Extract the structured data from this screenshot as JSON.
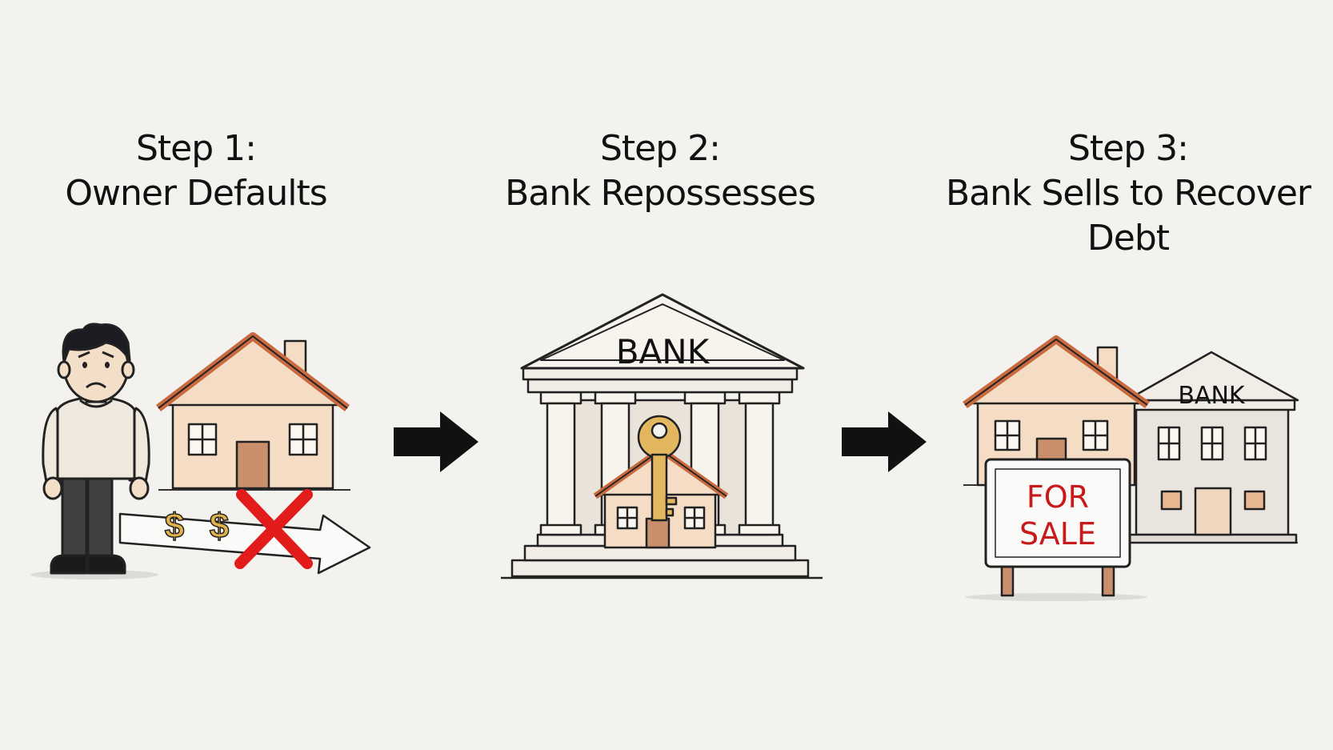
{
  "steps": [
    {
      "label": "Step 1:",
      "title": "Owner Defaults"
    },
    {
      "label": "Step 2:",
      "title": "Bank Repossesses"
    },
    {
      "label": "Step 3:",
      "title_line1": "Bank Sells to Recover",
      "title_line2": "Debt"
    }
  ],
  "signs": {
    "bank_step2": "BANK",
    "bank_step3": "BANK",
    "for_sale_line1": "FOR",
    "for_sale_line2": "SALE"
  },
  "payment_symbols": [
    "$",
    "$"
  ],
  "colors": {
    "background": "#f3f2ef",
    "roof": "#c8693f",
    "house_wall": "#f4dcc5",
    "door": "#c98f6c",
    "bank_stone": "#f1ede6",
    "key_gold": "#e2b760",
    "for_sale_red": "#c81a1a",
    "cross_red": "#e21b1b",
    "arrow": "#111111"
  },
  "icons": [
    "sad-person-icon",
    "house-icon",
    "payment-arrow-icon",
    "cross-icon",
    "bank-icon",
    "key-icon",
    "for-sale-sign-icon",
    "flow-arrow-icon"
  ]
}
